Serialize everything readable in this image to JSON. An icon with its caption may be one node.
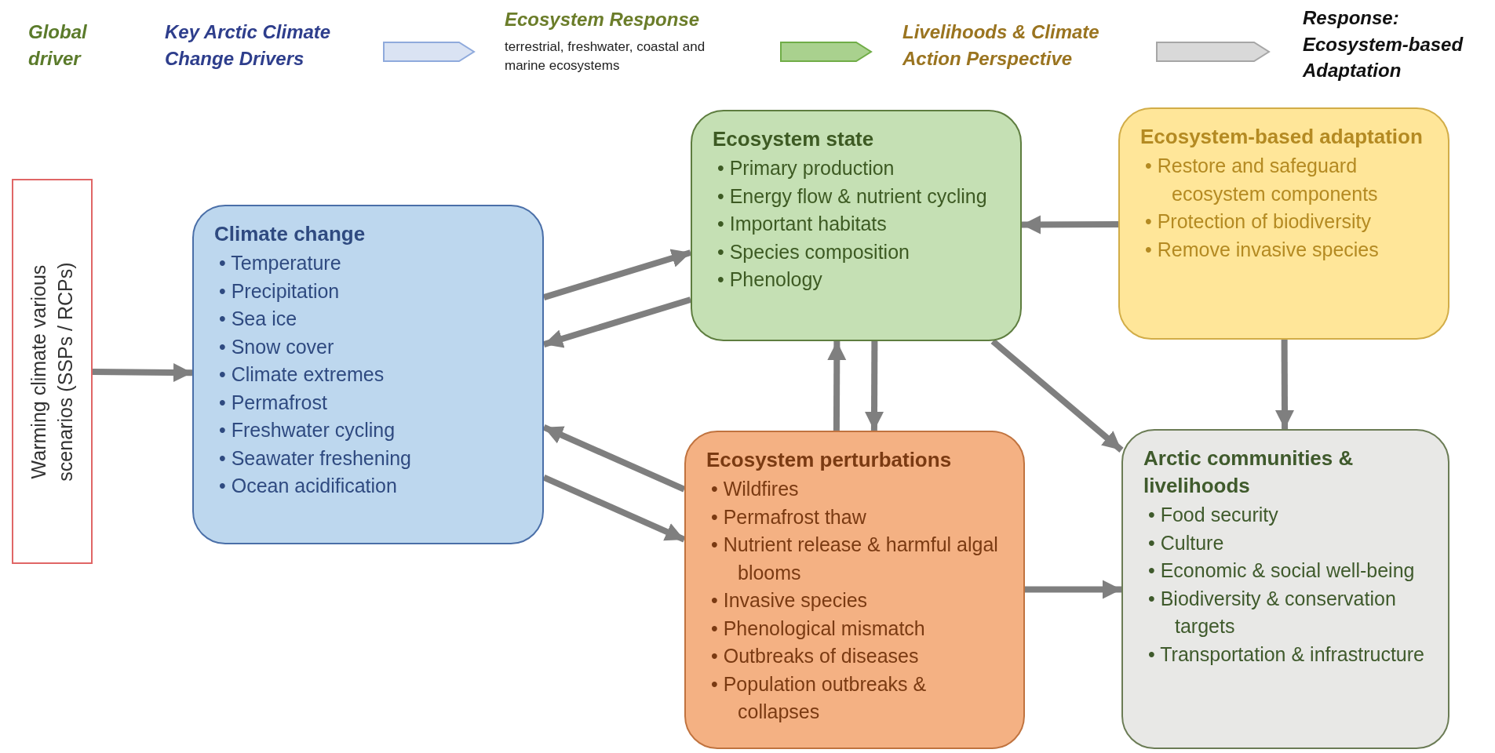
{
  "diagram": {
    "nodes": [
      {
        "text": [
          "Warming climate various scenarios (SSPs / RCPs)"
        ]
      },
      {
        "text": [
          "Climate change",
          "• Temperature",
          "• Precipitation",
          "• Sea ice",
          "• Snow cover",
          "• Climate extremes",
          "• Permafrost",
          "• Freshwater cycling",
          "• Seawater freshening",
          "• Ocean acidification"
        ]
      },
      {
        "text": [
          "Ecosystem state",
          "• Primary production",
          "• Energy flow & nutrient cycling",
          "• Important habitats",
          "• Species composition",
          "• Phenology"
        ]
      },
      {
        "text": [
          "Ecosystem-based adaptation",
          "• Restore and safeguard ecosystem components",
          "• Protection of biodiversity",
          "• Remove invasive species"
        ]
      },
      {
        "text": [
          "Ecosystem perturbations",
          "• Wildfires",
          "• Permafrost thaw",
          "• Nutrient release & harmful algal blooms",
          "• Invasive species",
          "• Phenological mismatch",
          "• Outbreaks of diseases",
          "• Population outbreaks & collapses"
        ]
      },
      {
        "text": [
          "Arctic communities & livelihoods",
          "• Food security",
          "• Culture",
          "• Economic & social well-being",
          "• Biodiversity & conservation targets",
          "• Transportation & infrastructure"
        ]
      }
    ],
    "edges": [
      {
        "from": 0,
        "to": 1,
        "arrow": "to"
      },
      {
        "from": 1,
        "to": 2,
        "arrow": "to"
      },
      {
        "from": 2,
        "to": 1,
        "arrow": "to"
      },
      {
        "from": 4,
        "to": 1,
        "arrow": "to"
      },
      {
        "from": 1,
        "to": 4,
        "arrow": "to"
      },
      {
        "from": 4,
        "to": 2,
        "arrow": "to"
      },
      {
        "from": 2,
        "to": 4,
        "arrow": "to"
      },
      {
        "from": 3,
        "to": 2,
        "arrow": "to"
      },
      {
        "from": 2,
        "to": 5,
        "arrow": "to"
      },
      {
        "from": 3,
        "to": 5,
        "arrow": "to"
      },
      {
        "from": 4,
        "to": 5,
        "arrow": "to"
      }
    ],
    "labels": [
      "Global driver",
      "terrestrial, freshwater, coastal and marine ecosystems",
      "Response: Ecosystem-based Adaptation"
    ],
    "legend": [
      {
        "text": "Key Arctic Climate Change Drivers",
        "color": "#dae3f3"
      },
      {
        "text": "Ecosystem Response",
        "color": "#a9d18e"
      },
      {
        "text": "Livelihoods & Climate Action Perspective",
        "color": "#d9d9d9"
      }
    ]
  }
}
